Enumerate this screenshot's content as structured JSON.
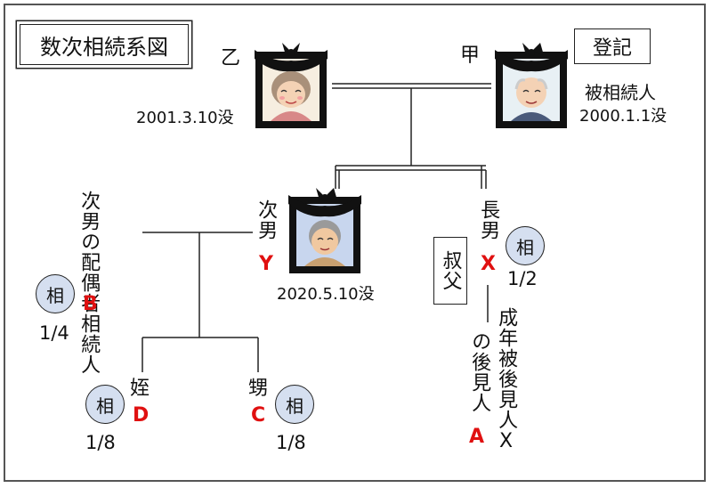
{
  "title": "数次相続系図",
  "registration_label": "登記",
  "persons": {
    "otsu": {
      "name": "乙",
      "date": "2001.3.10没"
    },
    "kou": {
      "name": "甲",
      "role": "被相続人",
      "date": "2000.1.1没"
    },
    "jinan": {
      "relation": "次男",
      "letter": "Y",
      "date": "2020.5.10没"
    },
    "chonan": {
      "relation": "長男",
      "letter": "X",
      "badge": "相",
      "share": "1/2"
    },
    "jinan_spouse": {
      "relation": "次男の配偶者相続人",
      "letter": "B",
      "badge": "相",
      "share": "1/4"
    },
    "mei": {
      "relation": "姪",
      "letter": "D",
      "badge": "相",
      "share": "1/8"
    },
    "oi": {
      "relation": "甥",
      "letter": "C",
      "badge": "相",
      "share": "1/8"
    },
    "guardian": {
      "relation": "成年被後見人X",
      "sub": "の後見人",
      "letter": "A"
    }
  },
  "uncle_label": "叔父",
  "colors": {
    "accent_red": "#e01010",
    "badge_fill": "#d5dff0"
  }
}
